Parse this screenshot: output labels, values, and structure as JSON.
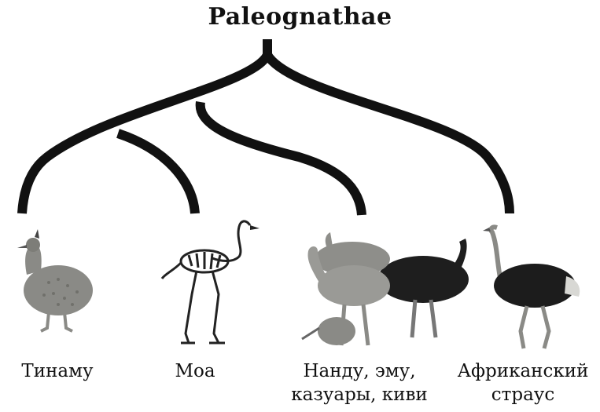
{
  "title": "Paleognathae",
  "colors": {
    "branch": "#111111",
    "tinamou": "#8a8a86",
    "ostrich_body": "#1c1c1c",
    "rhea": "#9a9a96",
    "cassowary": "#1e1e1e"
  },
  "taxa": [
    {
      "id": "tinamou",
      "lines": [
        "Тинаму"
      ]
    },
    {
      "id": "moa",
      "lines": [
        "Моа"
      ]
    },
    {
      "id": "ratites",
      "lines": [
        "Нанду, эму,",
        "казуары, киви"
      ]
    },
    {
      "id": "ostrich",
      "lines": [
        "Африканский",
        "страус"
      ]
    }
  ]
}
